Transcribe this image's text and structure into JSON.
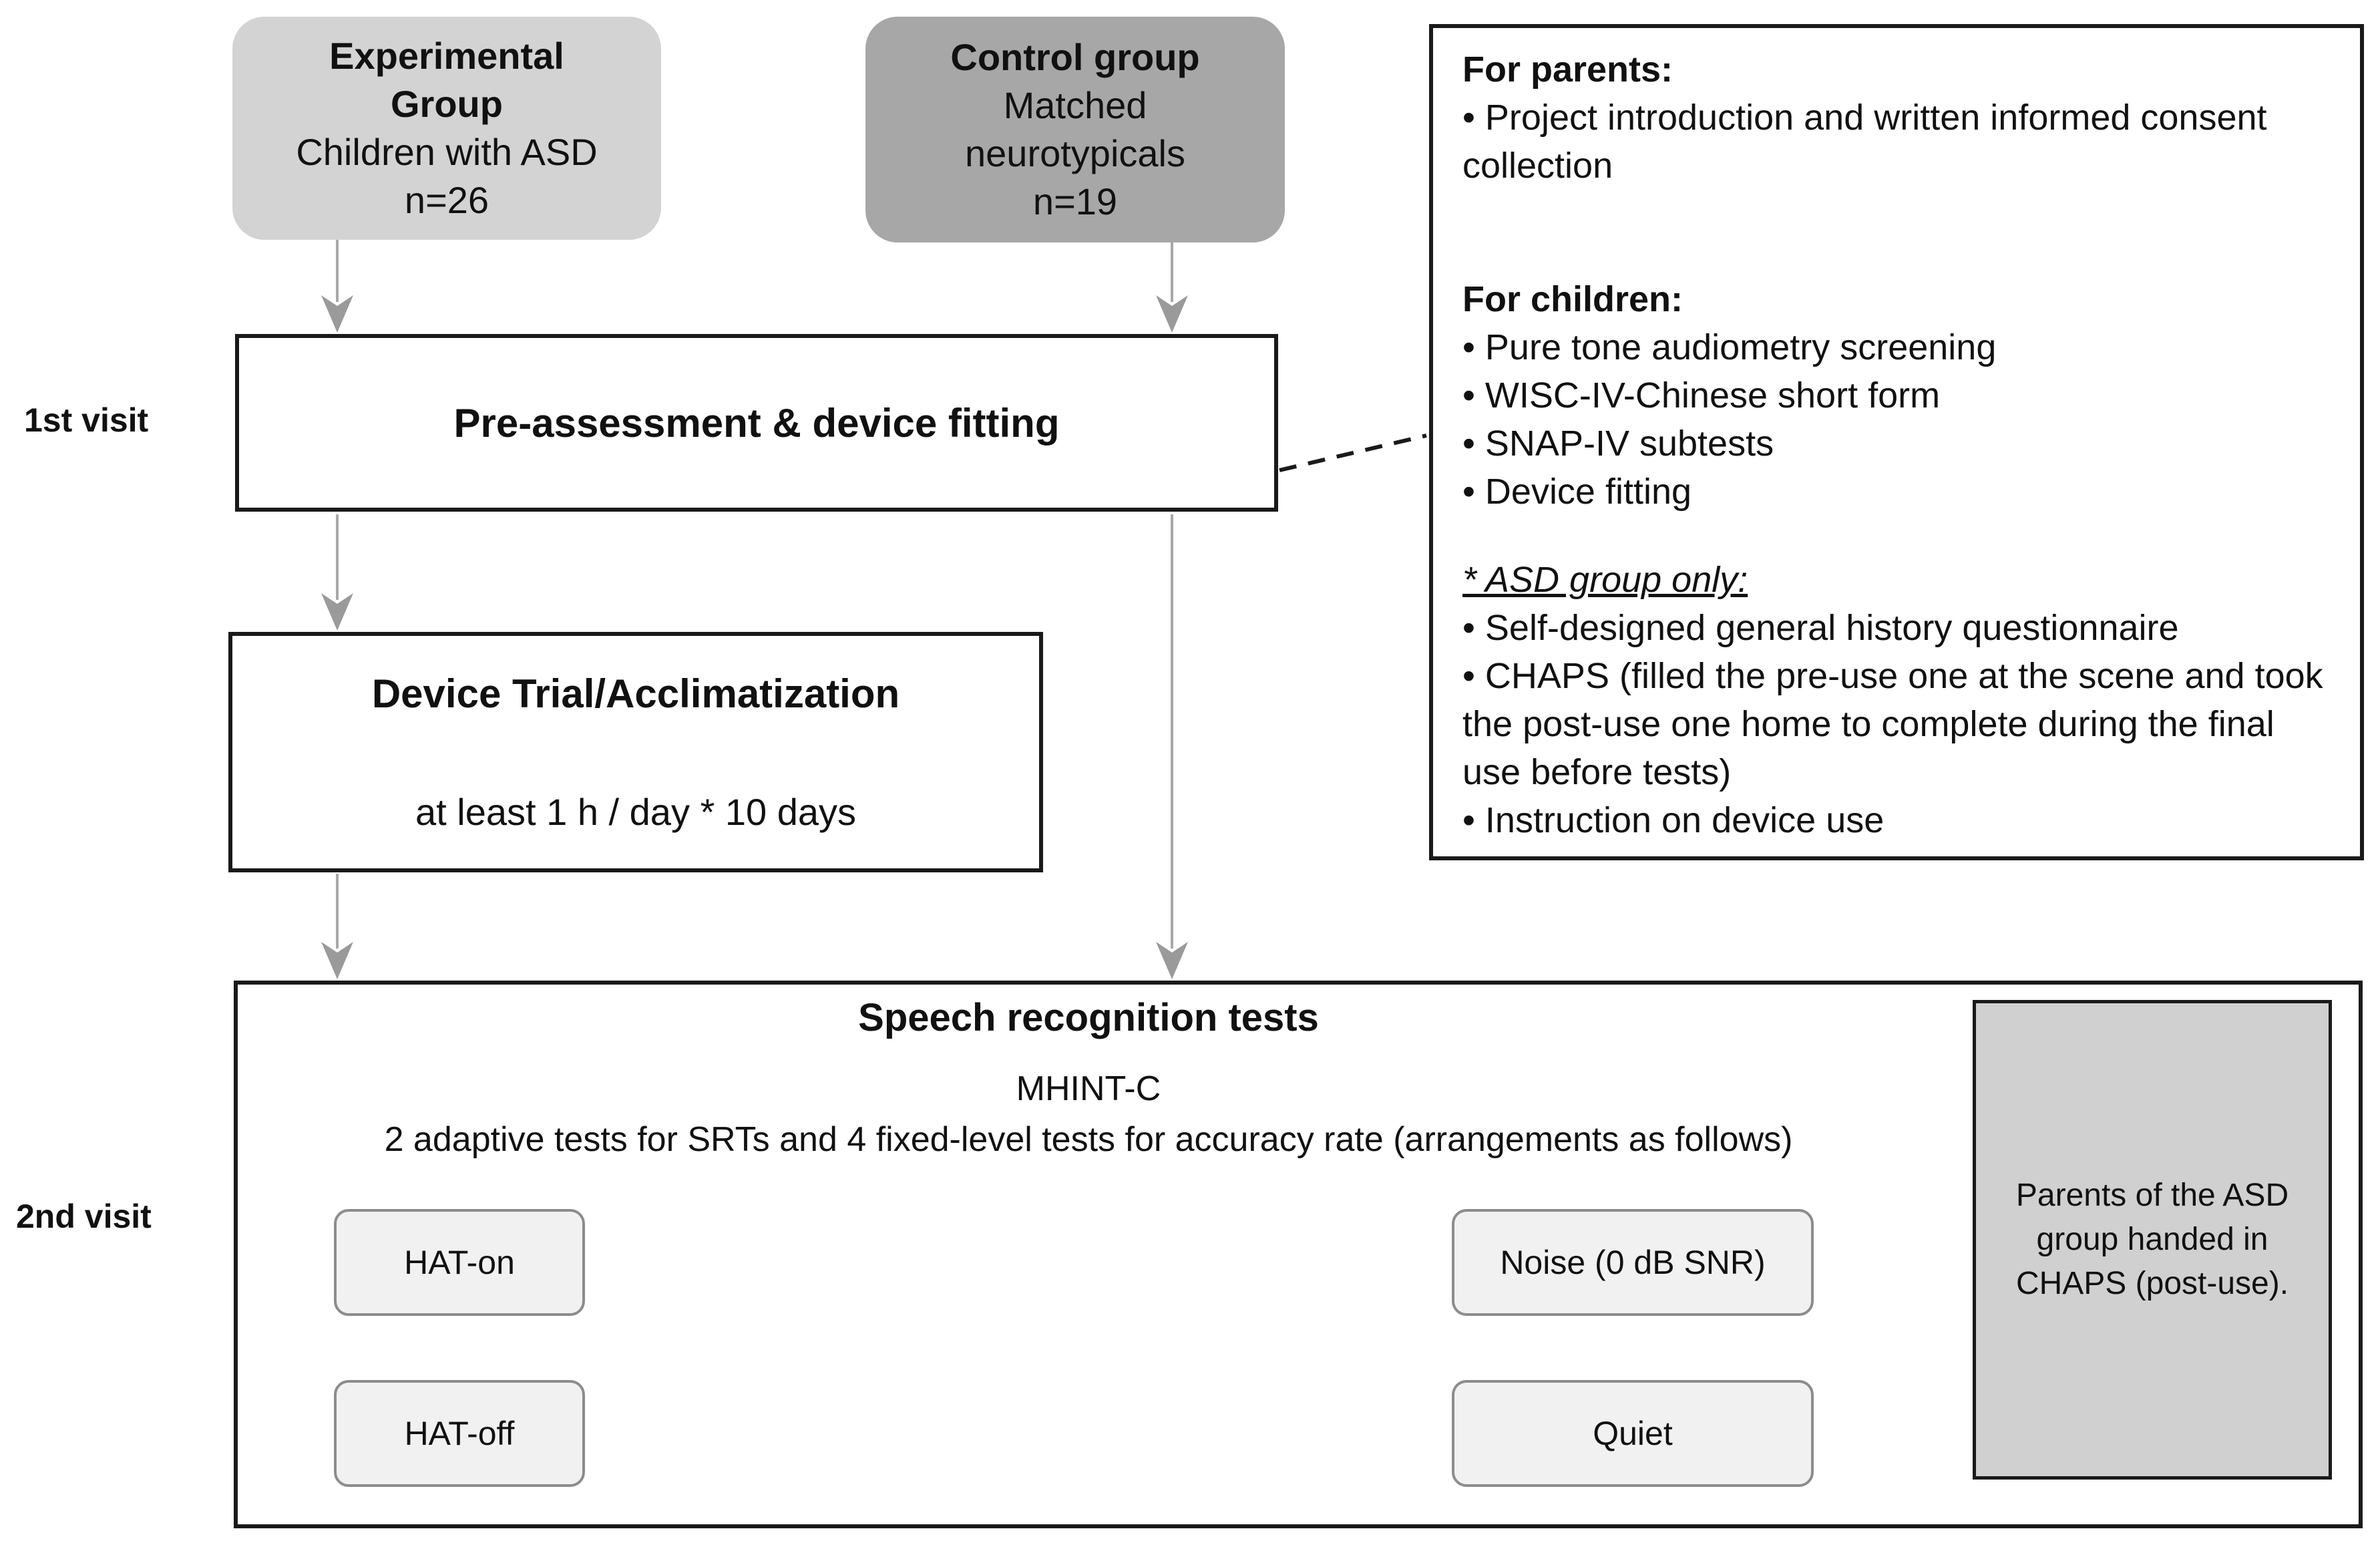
{
  "labels": {
    "first_visit": "1st visit",
    "second_visit": "2nd visit"
  },
  "groups": {
    "experimental": {
      "lines": [
        "Experimental",
        "Group",
        "Children with ASD",
        "n=26"
      ]
    },
    "control": {
      "lines": [
        "Control group",
        "Matched",
        "neurotypicals",
        "n=19"
      ]
    }
  },
  "steps": {
    "pre_assessment": {
      "title": "Pre-assessment & device fitting"
    },
    "device_trial": {
      "title": "Device Trial/Acclimatization",
      "detail": "at least 1 h / day * 10 days"
    },
    "speech_tests": {
      "title": "Speech recognition tests",
      "subtitle": "MHINT-C",
      "description": "2 adaptive tests for SRTs and 4 fixed-level tests for accuracy rate (arrangements as follows)",
      "conditions": {
        "hat_on": "HAT-on",
        "hat_off": "HAT-off",
        "noise": "Noise (0 dB SNR)",
        "quiet": "Quiet"
      },
      "parents_note": "Parents of the ASD group handed in CHAPS (post-use)."
    }
  },
  "info_panel": {
    "sections": [
      {
        "heading": "For parents:",
        "items": [
          "• Project introduction and written informed consent collection"
        ]
      },
      {
        "heading": "For children:",
        "items": [
          "• Pure tone audiometry screening",
          "• WISC-IV-Chinese short form",
          "• SNAP-IV subtests",
          "• Device fitting"
        ]
      },
      {
        "heading": "* ASD group only:",
        "items": [
          "• Self-designed general history questionnaire",
          "• CHAPS (filled the pre-use one at the scene and took the post-use one home to complete during the final use before tests)",
          "• Instruction on device use"
        ]
      }
    ]
  },
  "colors": {
    "experimental_fill": "#d3d3d3",
    "control_fill": "#a7a7a7",
    "parents_fill": "#d0d0d0",
    "condition_fill": "#f1f1f1",
    "condition_border": "#8c8c8c",
    "box_border": "#1a1a1a",
    "arrow_gray": "#a8a8a8",
    "arrowhead_gray": "#9a9a9a",
    "cross_solid": "#6e6e6e",
    "cross_dash": "#5a5a5a",
    "dashed_link": "#1a1a1a"
  }
}
